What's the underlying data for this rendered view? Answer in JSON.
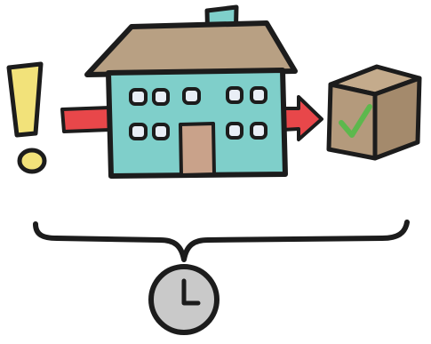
{
  "diagram": {
    "stages": [
      {
        "id": "alert",
        "icon": "exclamation-icon"
      },
      {
        "id": "factory",
        "icon": "building-icon"
      },
      {
        "id": "shipment",
        "icon": "box-check-icon"
      }
    ],
    "connectors": [
      "right-arrow",
      "right-arrow"
    ],
    "duration_indicator": {
      "icon": "clock-icon"
    },
    "colors": {
      "exclamation": "#f2e27a",
      "arrow": "#e8474a",
      "roof": "#b8a083",
      "building_wall": "#7fcfca",
      "window": "#e9eef6",
      "door": "#c9a28a",
      "box": "#b49a7c",
      "checkmark": "#5db84d",
      "clock_face": "#c9c9c9",
      "outline": "#1c1c1c"
    }
  }
}
